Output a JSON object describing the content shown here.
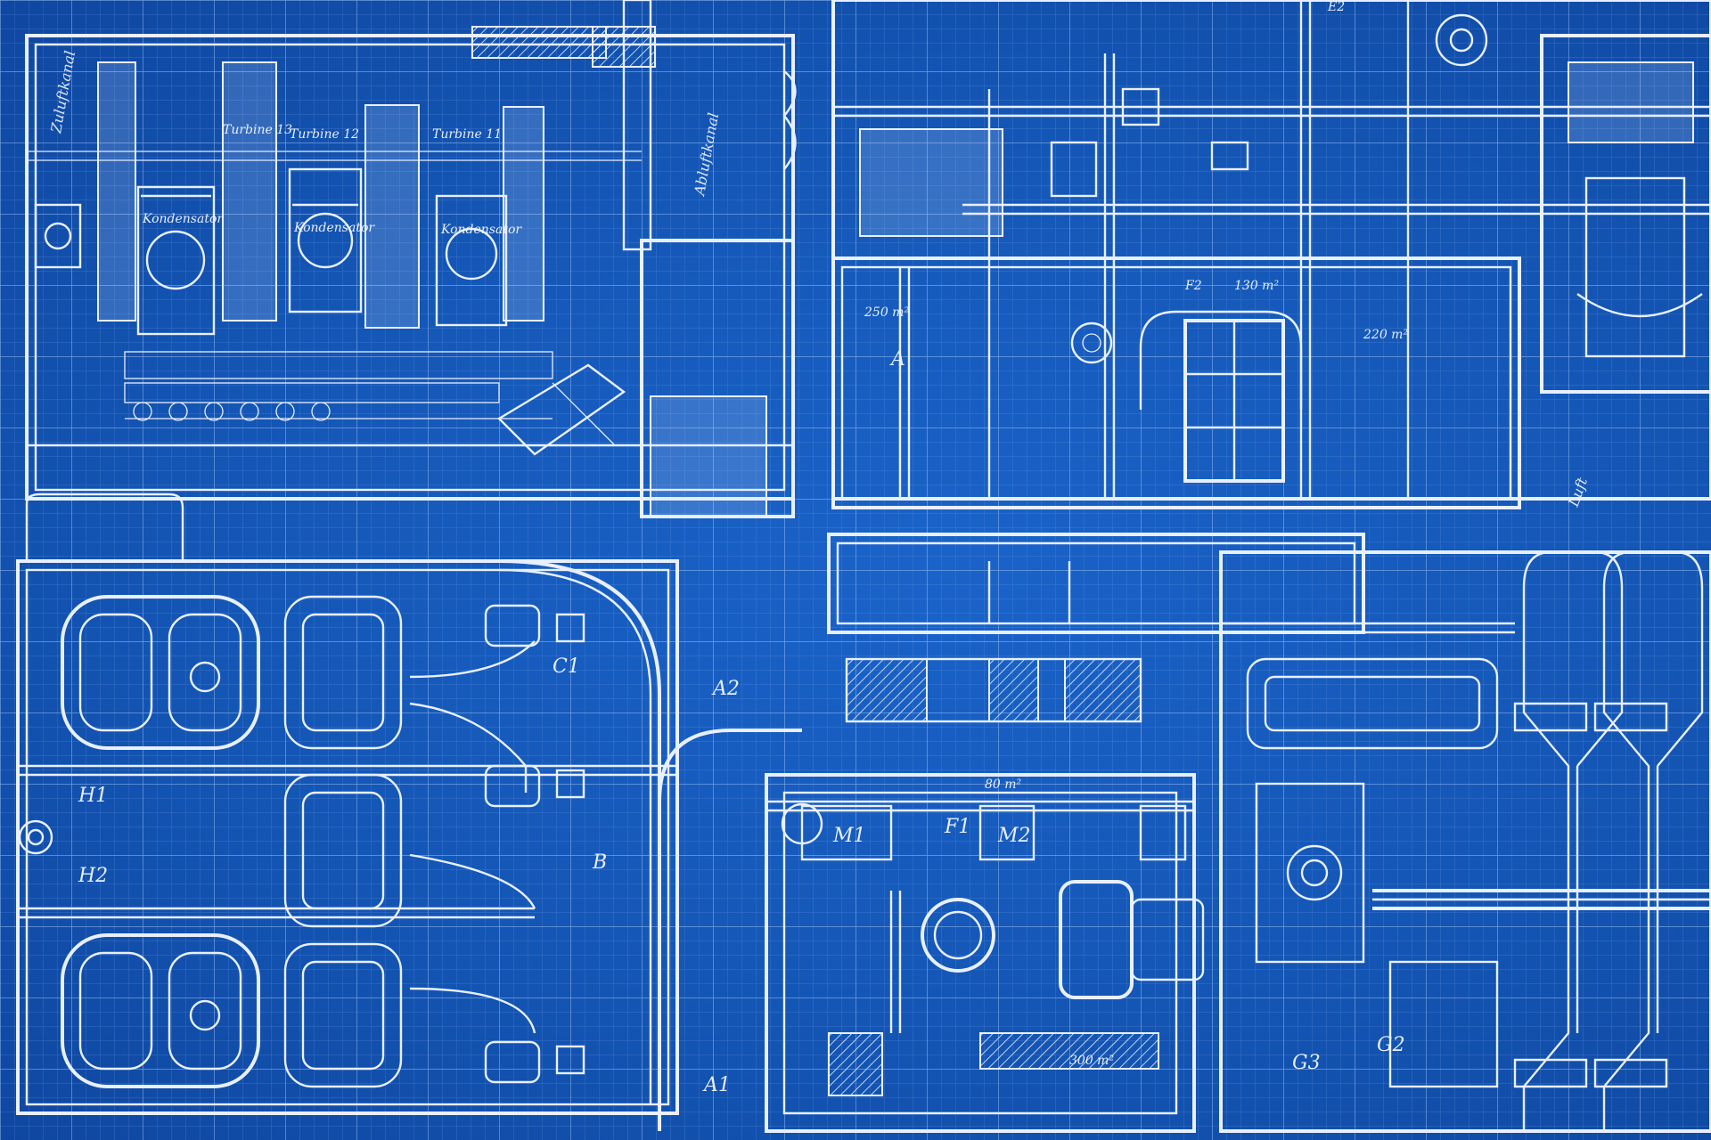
{
  "drawing": {
    "labels": {
      "turbine_1": "Turbine 13",
      "turbine_2": "Turbine 12",
      "turbine_3": "Turbine 11",
      "condenser_1": "Kondensator",
      "condenser_2": "Kondensator",
      "condenser_3": "Kondensator",
      "zuluft": "Zuluftkanal",
      "abluft": "Abluftkanal",
      "luft": "Luft",
      "A": "A",
      "A1": "A1",
      "A2": "A2",
      "B": "B",
      "C1": "C1",
      "E2": "E2",
      "F1": "F1",
      "F2": "F2",
      "G2": "G2",
      "G3": "G3",
      "H1": "H1",
      "H2": "H2",
      "M1": "M1",
      "M2": "M2",
      "area_1": "250 m²",
      "area_2": "130 m²",
      "area_3": "220 m²",
      "area_4": "300 m²",
      "area_5": "80 m²"
    }
  },
  "colors": {
    "background": "#1458b8",
    "grid_minor": "#6f9de6",
    "grid_major": "#9fc0f2",
    "line": "#e8f0ff"
  }
}
